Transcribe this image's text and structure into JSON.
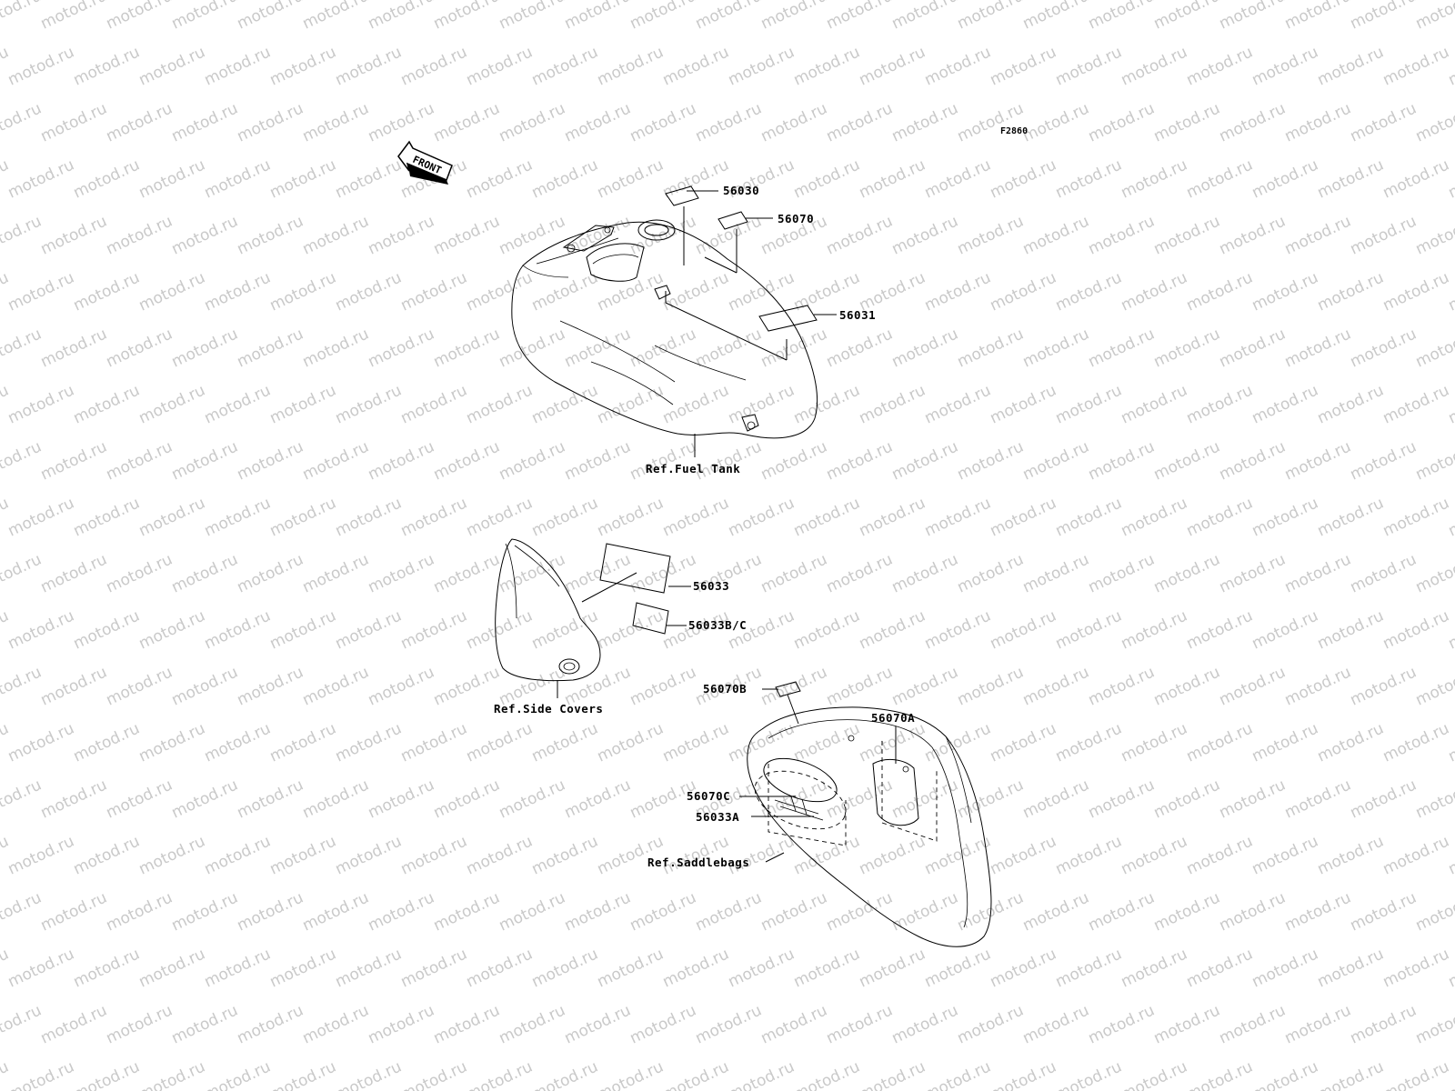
{
  "watermark": "motod.ru",
  "figure_id": "F2860",
  "front_arrow": "FRONT",
  "refs": {
    "fuel_tank": "Ref.Fuel Tank",
    "side_covers": "Ref.Side Covers",
    "saddlebags": "Ref.Saddlebags"
  },
  "callouts": {
    "c56030": "56030",
    "c56070": "56070",
    "c56031": "56031",
    "c56033": "56033",
    "c56033bc": "56033B/C",
    "c56070b": "56070B",
    "c56070a": "56070A",
    "c56070c": "56070C",
    "c56033a": "56033A"
  }
}
